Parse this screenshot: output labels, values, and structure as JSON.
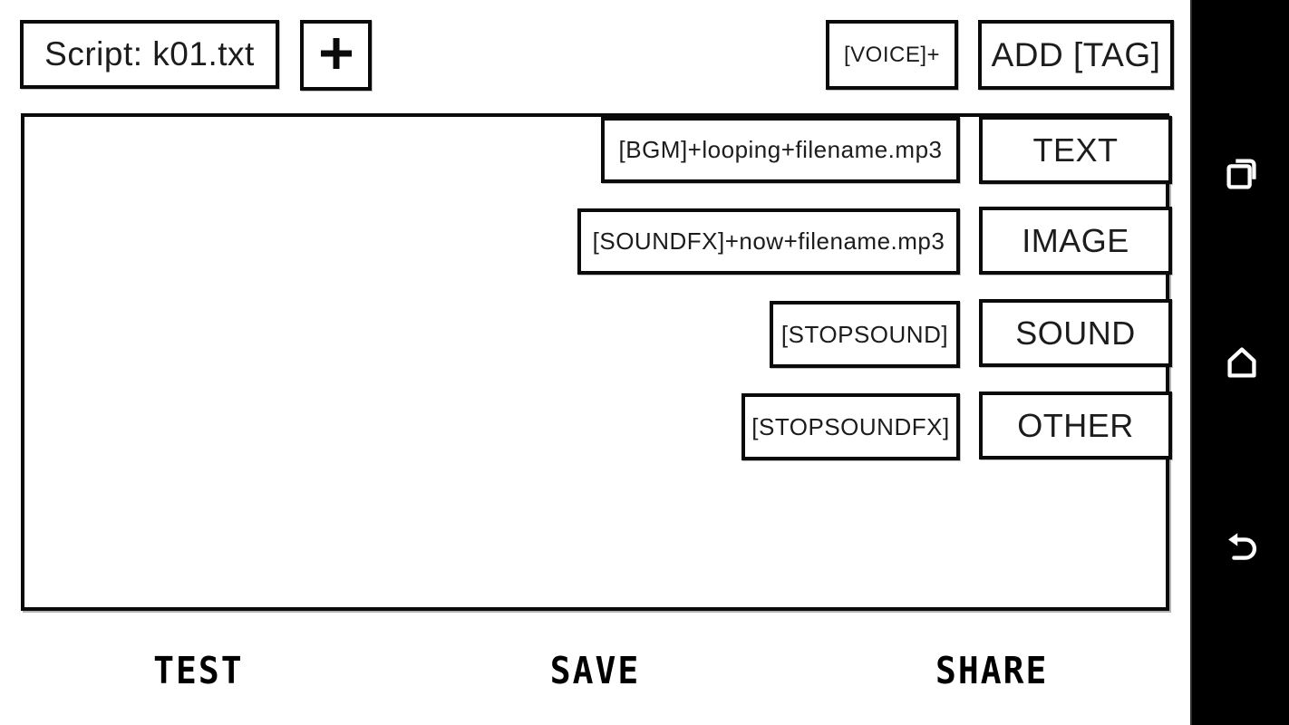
{
  "header": {
    "script_button_label": "Script: k01.txt",
    "new_button_label": "+",
    "voice_tag_button_label": "[VOICE]+",
    "add_tag_button_label": "ADD [TAG]"
  },
  "editor": {
    "content": ""
  },
  "tag_rows": [
    {
      "tag": "[BGM]+looping+filename.mp3",
      "category": "TEXT"
    },
    {
      "tag": "[SOUNDFX]+now+filename.mp3",
      "category": "IMAGE"
    },
    {
      "tag": "[STOPSOUND]",
      "category": "SOUND"
    },
    {
      "tag": "[STOPSOUNDFX]",
      "category": "OTHER"
    }
  ],
  "footer": {
    "test_label": "TEST",
    "save_label": "SAVE",
    "share_label": "SHARE"
  },
  "navbar": {
    "icons": [
      "recent-apps",
      "home",
      "back"
    ]
  },
  "colors": {
    "background": "#ffffff",
    "border": "#0a0a0a",
    "text": "#1c1c1c",
    "navbar_background": "#000000",
    "navbar_icon": "#ffffff"
  }
}
